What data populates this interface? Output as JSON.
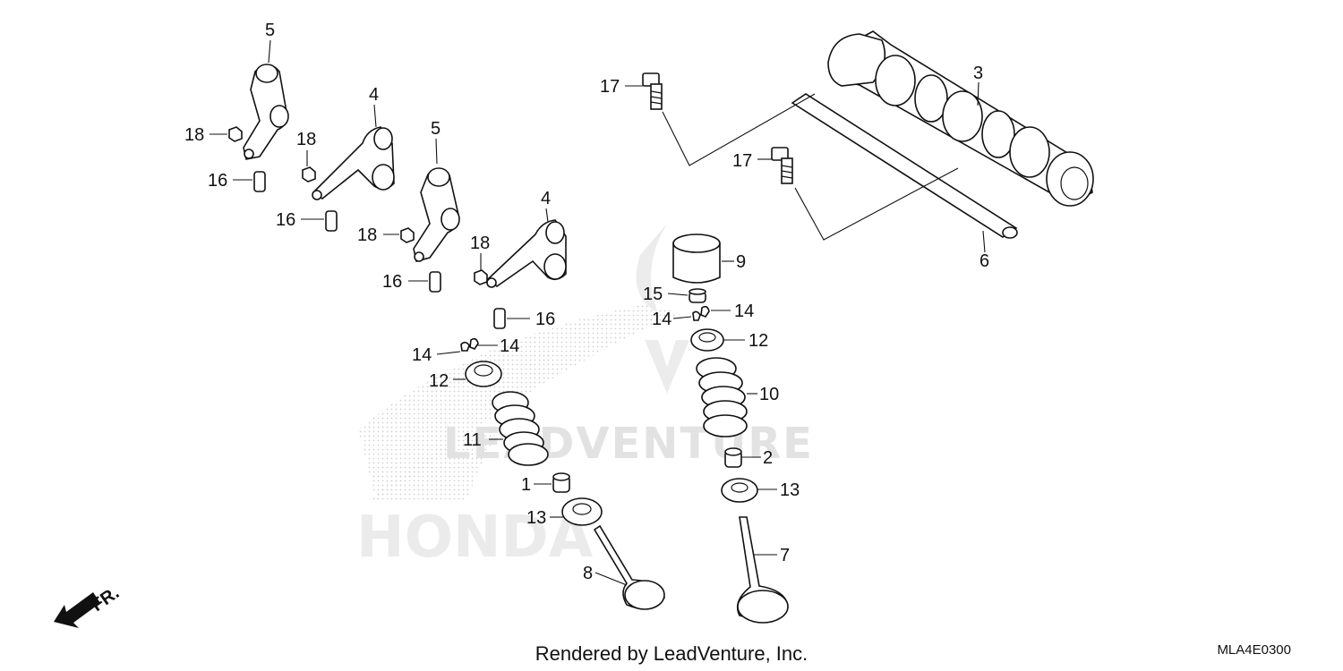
{
  "callouts": {
    "p1": "1",
    "p2": "2",
    "p3": "3",
    "p4a": "4",
    "p4b": "4",
    "p5a": "5",
    "p5b": "5",
    "p6": "6",
    "p7": "7",
    "p8": "8",
    "p9": "9",
    "p10": "10",
    "p11": "11",
    "p12a": "12",
    "p12b": "12",
    "p13a": "13",
    "p13b": "13",
    "p14a": "14",
    "p14b": "14",
    "p14c": "14",
    "p14d": "14",
    "p15": "15",
    "p16a": "16",
    "p16b": "16",
    "p16c": "16",
    "p16d": "16",
    "p17a": "17",
    "p17b": "17",
    "p18a": "18",
    "p18b": "18",
    "p18c": "18",
    "p18d": "18"
  },
  "front_arrow_label": "FR.",
  "watermark": {
    "brand": "HONDA",
    "vendor": "LEADVENTURE"
  },
  "footer": {
    "credit": "Rendered by LeadVenture, Inc.",
    "diagram_code": "MLA4E0300"
  }
}
